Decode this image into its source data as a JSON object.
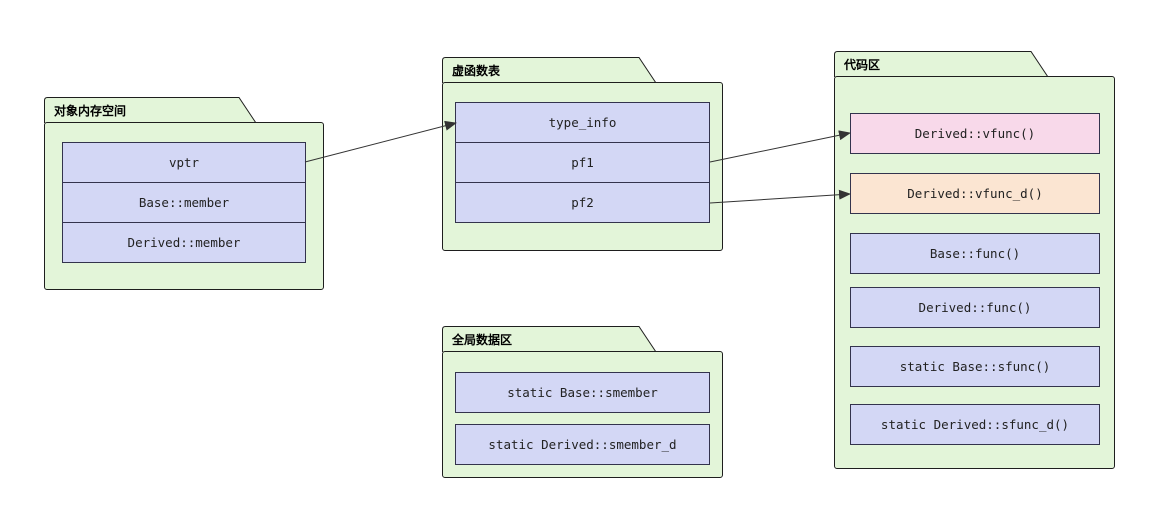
{
  "packages": {
    "object_memory": {
      "title": "对象内存空间",
      "items": [
        "vptr",
        "Base::member",
        "Derived::member"
      ]
    },
    "vtable": {
      "title": "虚函数表",
      "items": [
        "type_info",
        "pf1",
        "pf2"
      ]
    },
    "global_data": {
      "title": "全局数据区",
      "items": [
        "static Base::smember",
        "static Derived::smember_d"
      ]
    },
    "code": {
      "title": "代码区",
      "items": [
        "Derived::vfunc()",
        "Derived::vfunc_d()",
        "Base::func()",
        "Derived::func()",
        "static Base::sfunc()",
        "static Derived::sfunc_d()"
      ]
    }
  },
  "edges": [
    {
      "from": "vptr",
      "to": "type_info"
    },
    {
      "from": "pf1",
      "to": "Derived::vfunc()"
    },
    {
      "from": "pf2",
      "to": "Derived::vfunc_d()"
    }
  ],
  "colors": {
    "package_fill": "#e3f5d9",
    "box_fill": "#d3d7f5",
    "highlight_pink": "#f8d9ea",
    "highlight_peach": "#fbe5d2",
    "stroke": "#1e1e1e"
  }
}
